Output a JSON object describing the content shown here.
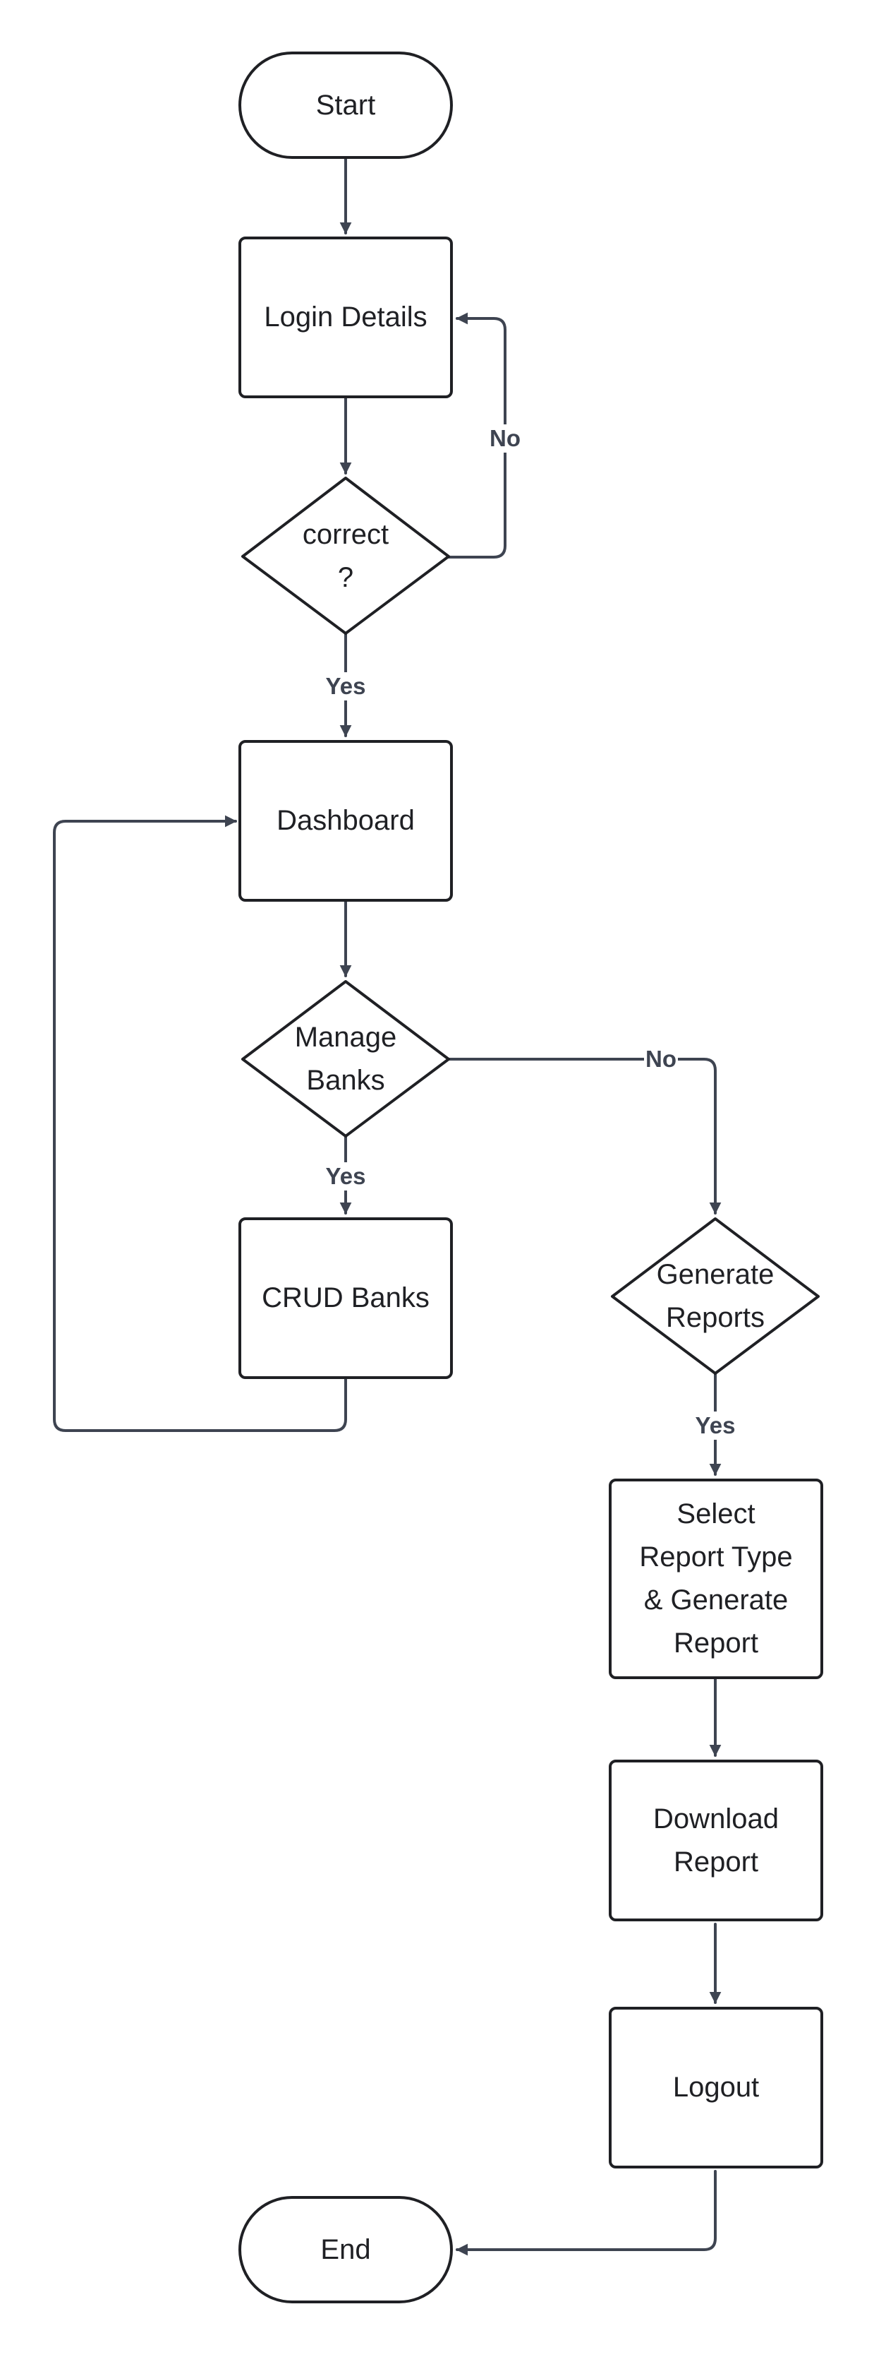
{
  "diagram": {
    "line_color": "#3e4451",
    "node_stroke_color": "#1f2024",
    "nodes": {
      "start": {
        "label": "Start",
        "shape": "terminal"
      },
      "login": {
        "label": "Login Details",
        "shape": "process"
      },
      "correct": {
        "label": "correct\n?",
        "shape": "decision"
      },
      "dashboard": {
        "label": "Dashboard",
        "shape": "process"
      },
      "manage_banks": {
        "label": "Manage\nBanks",
        "shape": "decision"
      },
      "crud_banks": {
        "label": "CRUD Banks",
        "shape": "process"
      },
      "generate_reports": {
        "label": "Generate\nReports",
        "shape": "decision"
      },
      "select_report": {
        "label": "Select\nReport Type\n& Generate\nReport",
        "shape": "process"
      },
      "download_report": {
        "label": "Download\nReport",
        "shape": "process"
      },
      "logout": {
        "label": "Logout",
        "shape": "process"
      },
      "end": {
        "label": "End",
        "shape": "terminal"
      }
    },
    "edges": {
      "start_login": {
        "from": "start",
        "to": "login",
        "label": ""
      },
      "login_correct": {
        "from": "login",
        "to": "correct",
        "label": ""
      },
      "correct_no": {
        "from": "correct",
        "to": "login",
        "label": "No"
      },
      "correct_yes": {
        "from": "correct",
        "to": "dashboard",
        "label": "Yes"
      },
      "dashboard_manage": {
        "from": "dashboard",
        "to": "manage_banks",
        "label": ""
      },
      "manage_yes": {
        "from": "manage_banks",
        "to": "crud_banks",
        "label": "Yes"
      },
      "manage_no": {
        "from": "manage_banks",
        "to": "generate_reports",
        "label": "No"
      },
      "crud_dashboard": {
        "from": "crud_banks",
        "to": "dashboard",
        "label": ""
      },
      "generate_yes": {
        "from": "generate_reports",
        "to": "select_report",
        "label": "Yes"
      },
      "select_download": {
        "from": "select_report",
        "to": "download_report",
        "label": ""
      },
      "download_logout": {
        "from": "download_report",
        "to": "logout",
        "label": ""
      },
      "logout_end": {
        "from": "logout",
        "to": "end",
        "label": ""
      }
    }
  }
}
